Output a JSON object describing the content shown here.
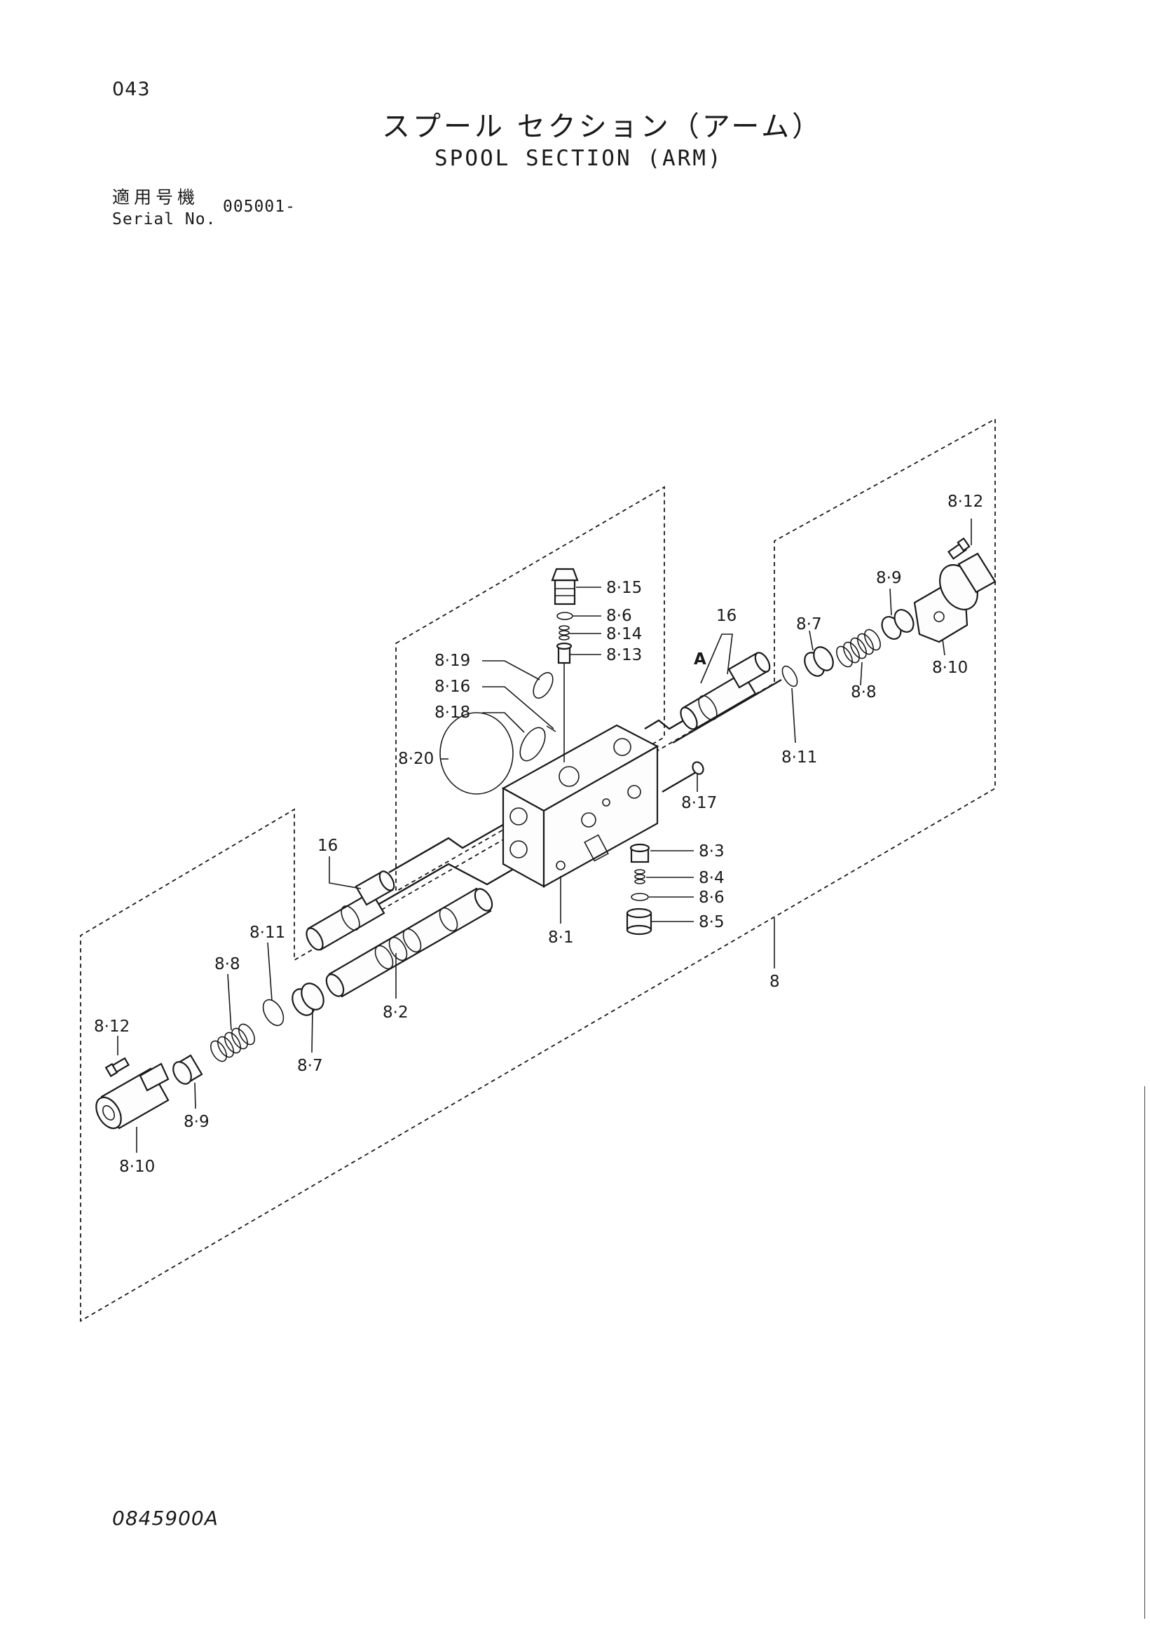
{
  "header": {
    "page_number": "043",
    "title_jp": "スプール セクション（アーム）",
    "title_en": "SPOOL SECTION (ARM)"
  },
  "serial": {
    "label_jp": "適用号機",
    "label_en": "Serial No.",
    "value": "005001-"
  },
  "callouts": {
    "c8_15": "8·15",
    "c8_6_top": "8·6",
    "c8_14": "8·14",
    "c8_13": "8·13",
    "c8_19": "8·19",
    "c8_16": "8·16",
    "c8_18": "8·18",
    "c8_20": "8·20",
    "c16_upper": "16",
    "cA": "A",
    "c8_17": "8·17",
    "c8_12_right": "8·12",
    "c8_9_right": "8·9",
    "c8_7_right": "8·7",
    "c8_10_right": "8·10",
    "c8_8_right": "8·8",
    "c8_11_right": "8·11",
    "c16_lower": "16",
    "c8_3": "8·3",
    "c8_4": "8·4",
    "c8_6_low": "8·6",
    "c8_5": "8·5",
    "c8_1": "8·1",
    "c8_2": "8·2",
    "c8": "8",
    "c8_11_left": "8·11",
    "c8_8_left": "8·8",
    "c8_12_left": "8·12",
    "c8_7_left": "8·7",
    "c8_9_left": "8·9",
    "c8_10_left": "8·10"
  },
  "footer": {
    "drawing_id": "0845900A"
  }
}
